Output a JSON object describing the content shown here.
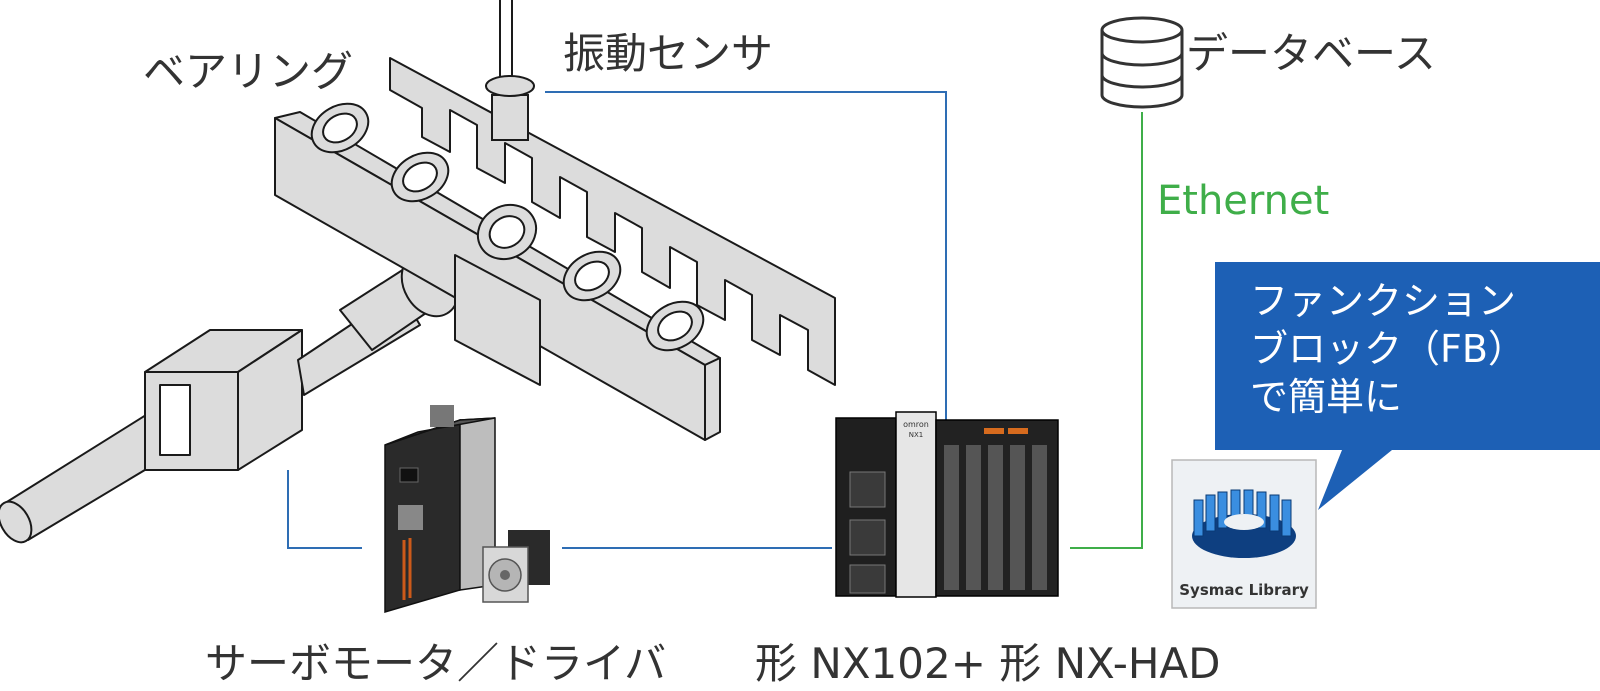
{
  "labels": {
    "bearing": "ベアリング",
    "vibration_sensor": "振動センサ",
    "database": "データベース",
    "network": "Ethernet",
    "servo": "サーボモータ／ドライバ",
    "controller": "形 NX102+ 形 NX-HAD",
    "library": "Sysmac Library"
  },
  "callout": {
    "lines": [
      "ファンクション",
      "ブロック（FB）",
      "で簡単に"
    ]
  },
  "device_text": {
    "controller_brand": "omron",
    "controller_model": "NX1"
  },
  "colors": {
    "link_blue": "#2e6db4",
    "ethernet_green": "#3fae49",
    "callout_bg": "#1d60b5",
    "machine_gray": "#dcdcdc",
    "label_text": "#333333"
  },
  "icons": [
    "database-icon",
    "sysmac-library-icon"
  ]
}
